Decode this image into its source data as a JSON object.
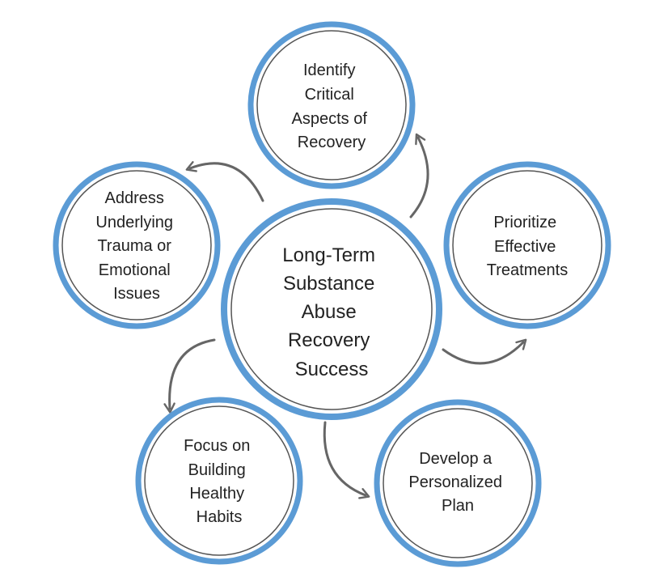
{
  "center": {
    "lines": [
      "Long-Term",
      "Substance",
      "Abuse",
      "Recovery",
      "Success"
    ]
  },
  "nodes": [
    {
      "id": "identify",
      "lines": [
        "Identify",
        "Critical",
        "Aspects of",
        "Recovery"
      ]
    },
    {
      "id": "prioritize",
      "lines": [
        "Prioritize",
        "Effective",
        "Treatments"
      ]
    },
    {
      "id": "develop",
      "lines": [
        "Develop a",
        "Personalized",
        "Plan"
      ]
    },
    {
      "id": "focus",
      "lines": [
        "Focus on",
        "Building",
        "Healthy",
        "Habits"
      ]
    },
    {
      "id": "address",
      "lines": [
        "Address",
        "Underlying",
        "Trauma or",
        "Emotional",
        "Issues"
      ]
    }
  ],
  "colors": {
    "ring": "#5b9bd5",
    "inner_ring": "#555555",
    "arrow": "#666666",
    "text": "#222222"
  }
}
